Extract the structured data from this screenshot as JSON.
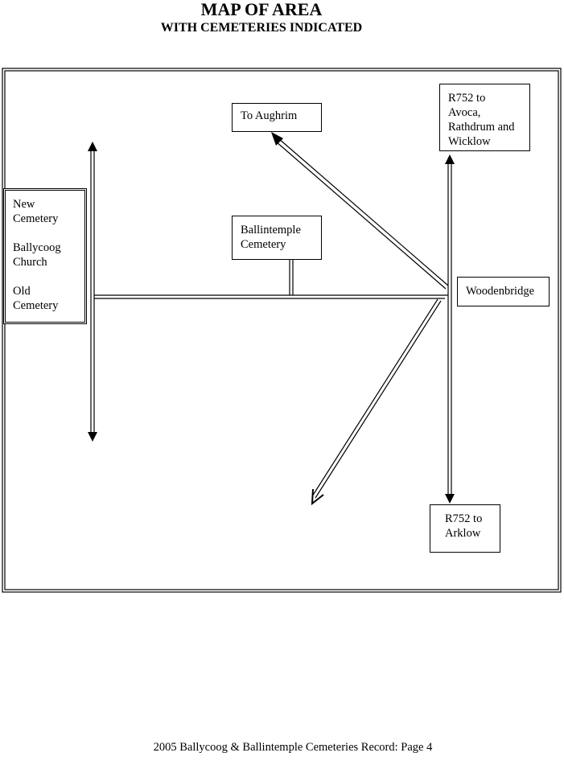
{
  "header": {
    "title": "MAP OF AREA",
    "subtitle": "WITH CEMETERIES INDICATED"
  },
  "labels": {
    "aughrim": "To Aughrim",
    "r752_north": [
      "R752 to",
      "Avoca,",
      "Rathdrum and",
      "Wicklow"
    ],
    "west": {
      "new_cemetery": [
        "New",
        "Cemetery"
      ],
      "church": [
        "Ballycoog",
        "Church"
      ],
      "old_cemetery": [
        "Old",
        "Cemetery"
      ]
    },
    "ballintemple": [
      "Ballintemple",
      "Cemetery"
    ],
    "woodenbridge": "Woodenbridge",
    "r752_south": [
      "R752 to",
      "Arklow"
    ]
  },
  "footer": {
    "text": "2005 Ballycoog & Ballintemple Cemeteries Record:  Page 4"
  }
}
